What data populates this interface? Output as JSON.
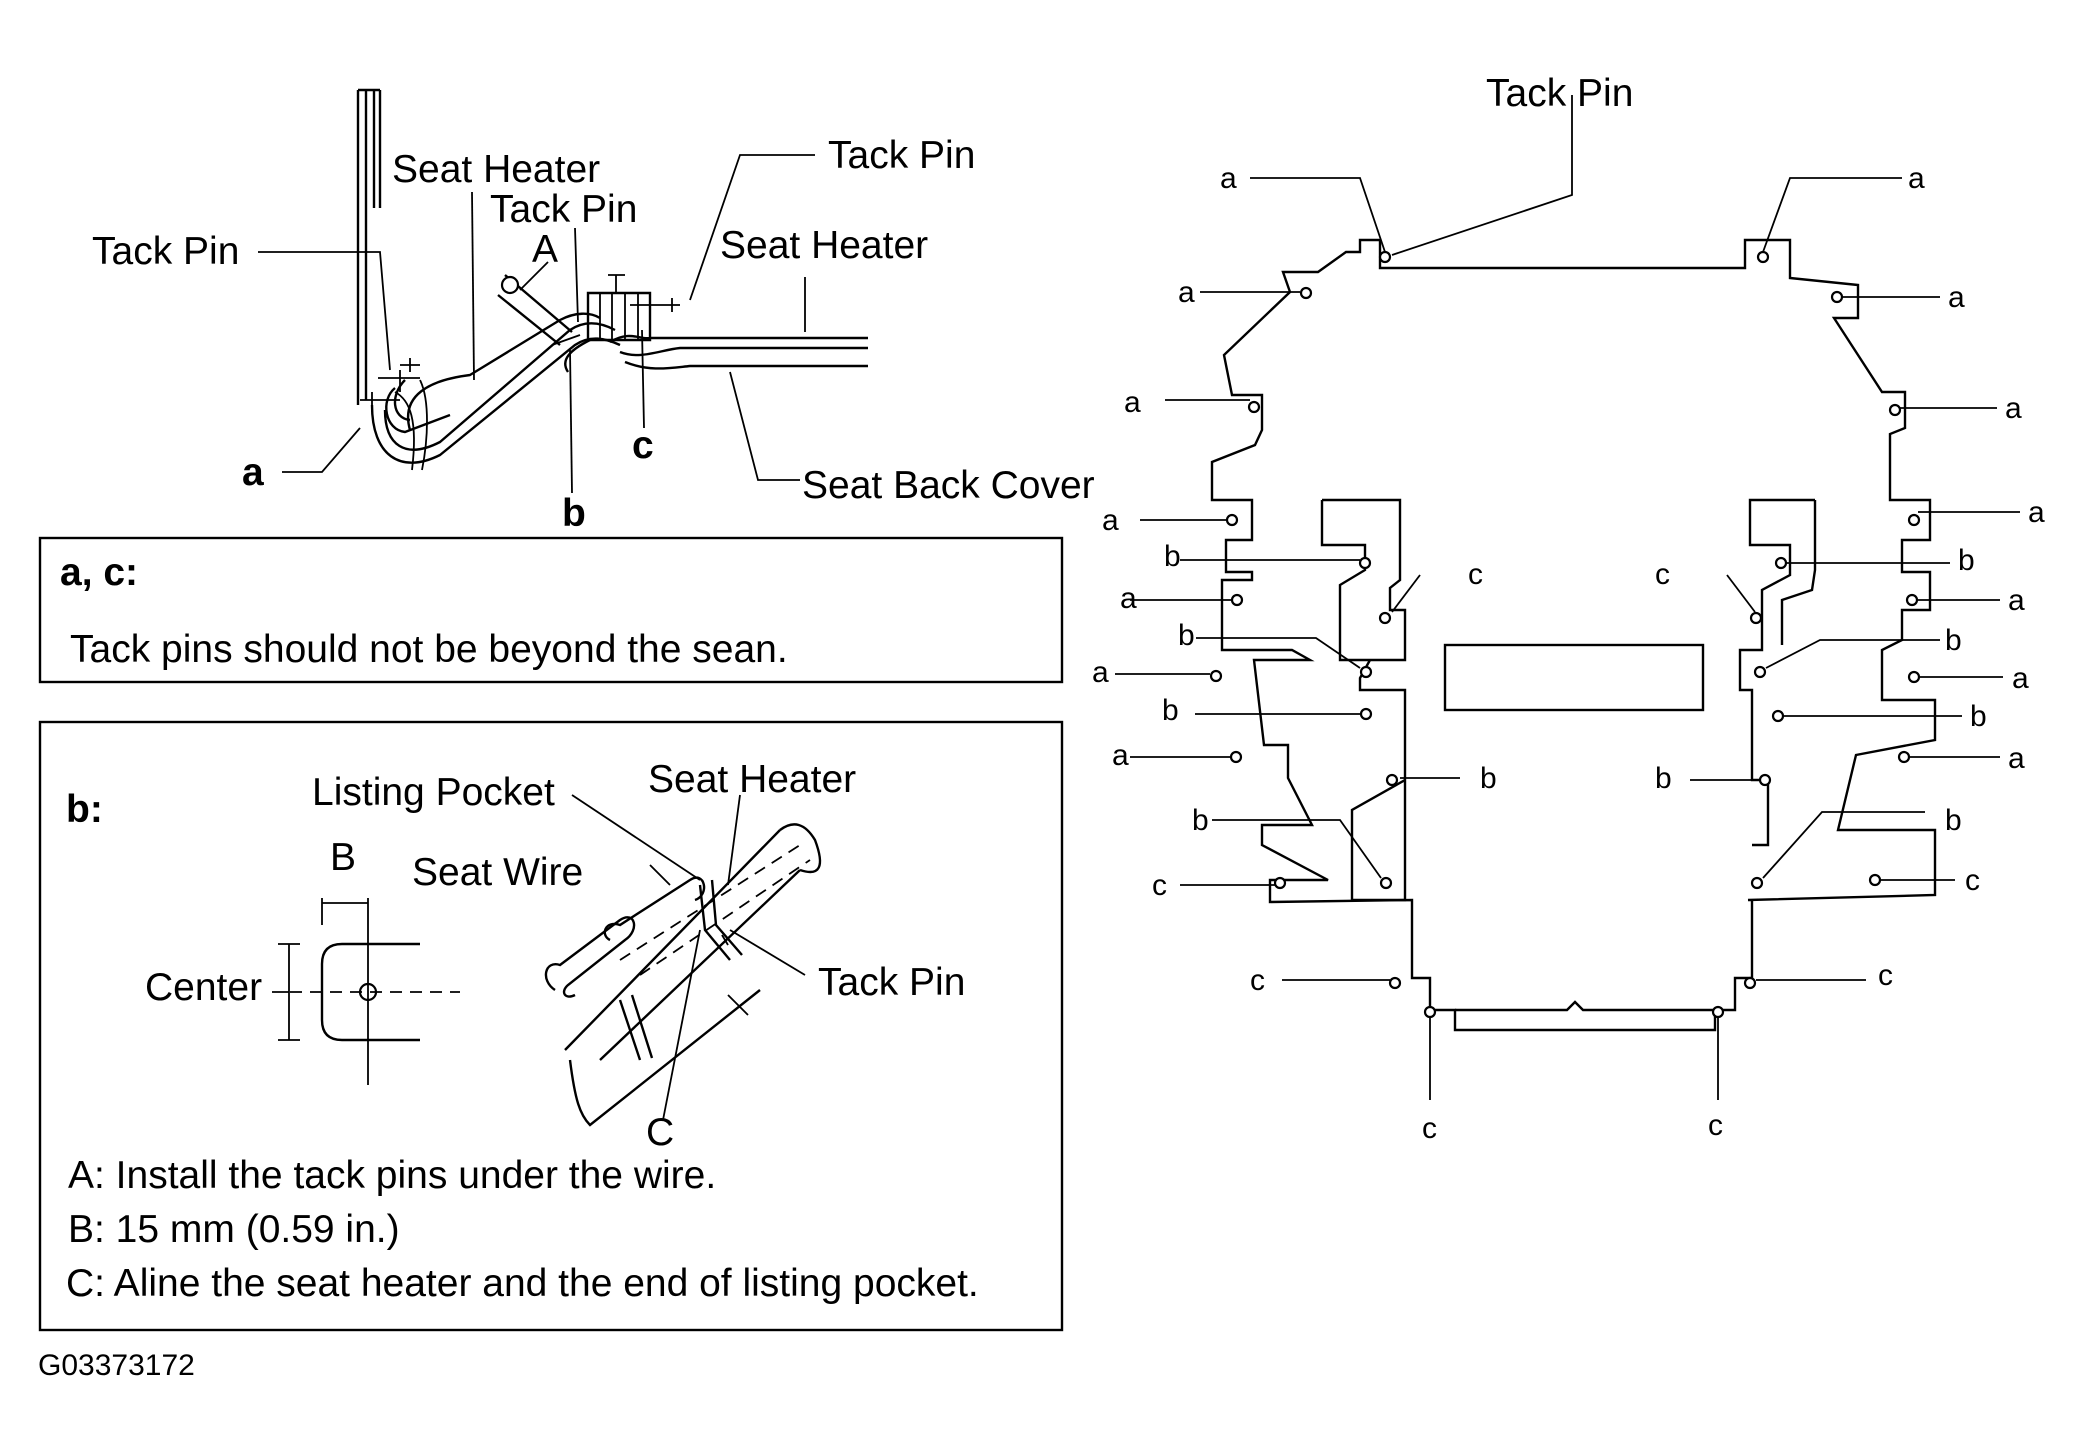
{
  "left_section": {
    "labels": {
      "seat_heater_top": "Seat Heater",
      "tack_pin_mid": "Tack Pin",
      "tack_pin_left": "Tack Pin",
      "tack_pin_right": "Tack Pin",
      "label_A": "A",
      "seat_heater_right": "Seat Heater",
      "seat_back_cover": "Seat Back Cover",
      "label_a": "a",
      "label_b": "b",
      "label_c": "c"
    },
    "note_ac": {
      "heading": "a, c:",
      "text": "Tack pins should not be beyond the sean."
    },
    "note_b": {
      "heading": "b:",
      "label_B": "B",
      "label_center": "Center",
      "label_listing_pocket": "Listing Pocket",
      "label_seat_heater": "Seat Heater",
      "label_seat_wire": "Seat Wire",
      "label_tack_pin": "Tack Pin",
      "label_C": "C",
      "instructions": [
        "A: Install the tack pins under the wire.",
        "B: 15 mm (0.59 in.)",
        "C: Aline the seat heater and the end of listing pocket."
      ]
    }
  },
  "right_section": {
    "title": "Tack Pin",
    "letters": {
      "a": "a",
      "b": "b",
      "c": "c"
    }
  },
  "figure_id": "G03373172"
}
